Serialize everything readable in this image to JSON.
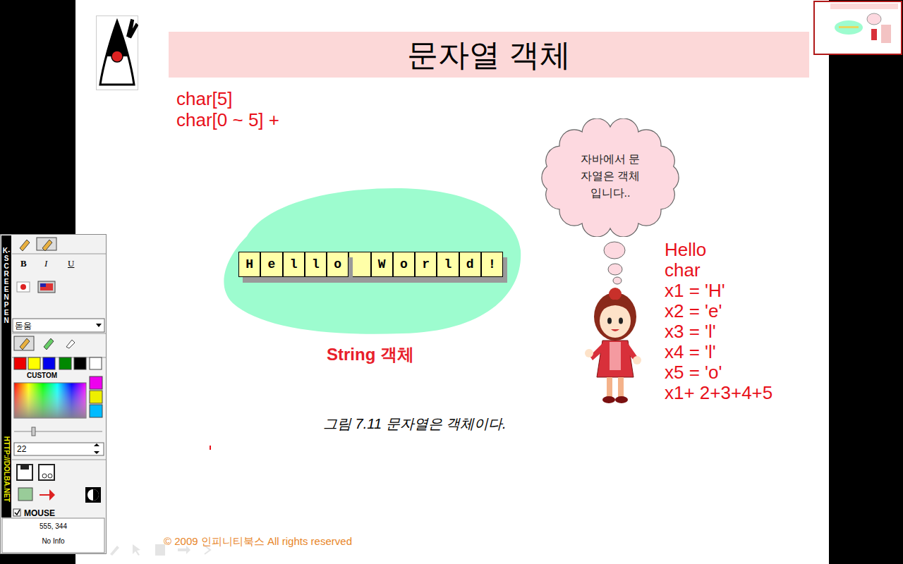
{
  "diagram": {
    "title": "문자열 객체",
    "caption": "그림 7.11 문자열은 객체이다.",
    "nodes": [
      {
        "text": [
          "String 객체"
        ]
      },
      {
        "text": [
          "H"
        ],
        "in": 0
      },
      {
        "text": [
          "e"
        ],
        "in": 0
      },
      {
        "text": [
          "l"
        ],
        "in": 0
      },
      {
        "text": [
          "l"
        ],
        "in": 0
      },
      {
        "text": [
          "o"
        ],
        "in": 0
      },
      {
        "text": [
          "W"
        ],
        "in": 0
      },
      {
        "text": [
          "o"
        ],
        "in": 0
      },
      {
        "text": [
          "r"
        ],
        "in": 0
      },
      {
        "text": [
          "l"
        ],
        "in": 0
      },
      {
        "text": [
          "d"
        ],
        "in": 0
      },
      {
        "text": [
          "!"
        ],
        "in": 0
      },
      {
        "text": [
          "자바에서 문 자열은 객체 입니다.."
        ]
      }
    ],
    "labels": [
      "char[5]",
      "char[0 ~ 5] +",
      "Hello",
      "char",
      "x1 = 'H'",
      "x2 = 'e'",
      "x3 = 'l'",
      "x4 = 'l'",
      "x5 = 'o'",
      "x1+ 2+3+4+5",
      "© 2009 인피니티북스  All rights reserved",
      "K-SCREEN PEN",
      "B",
      "I",
      "U",
      "돋움",
      "CUSTOM",
      "22",
      "HTTP://DOLBA.NET",
      "MOUSE",
      "555, 344",
      "No Info"
    ]
  }
}
